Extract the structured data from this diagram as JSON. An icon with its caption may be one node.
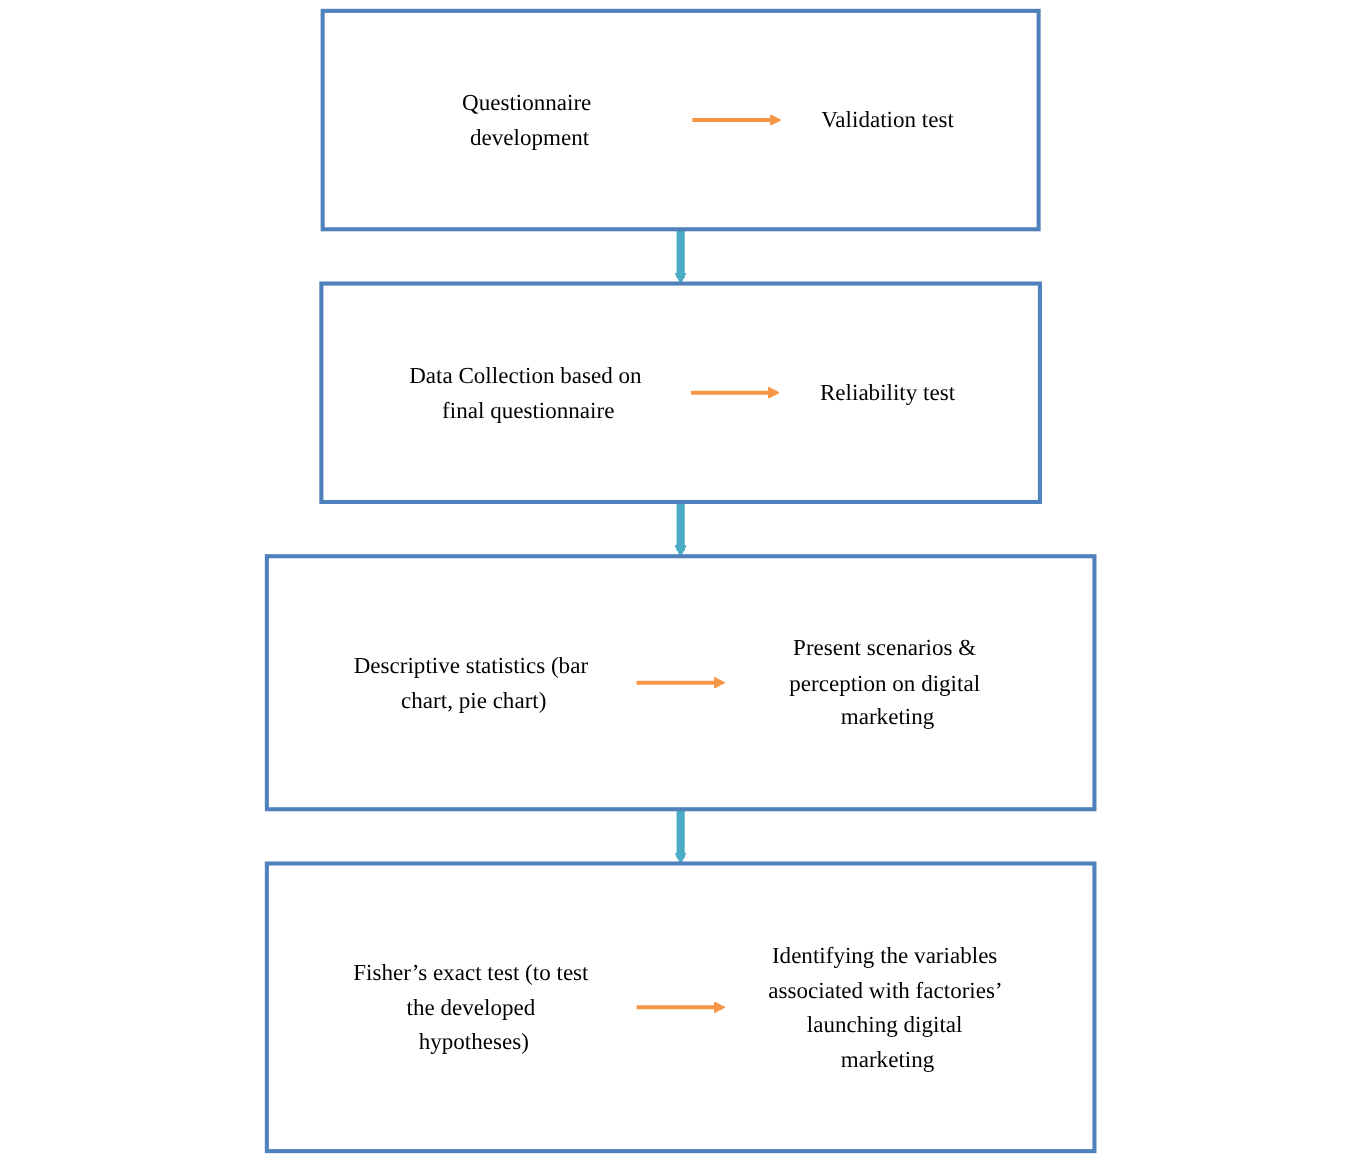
{
  "diagram": {
    "nodes": [
      {
        "text": [],
        "shape": "box"
      },
      {
        "text": [
          "Questionnaire development"
        ],
        "in": 0
      },
      {
        "text": [
          "Validation test"
        ],
        "in": 0
      },
      {
        "text": [],
        "shape": "box"
      },
      {
        "text": [
          "Data Collection based on final questionnaire"
        ],
        "in": 3
      },
      {
        "text": [
          "Reliability test"
        ],
        "in": 3
      },
      {
        "text": [],
        "shape": "box"
      },
      {
        "text": [
          "Descriptive statistics (bar chart, pie chart)"
        ],
        "in": 6
      },
      {
        "text": [
          "Present scenarios & perception on digital marketing"
        ],
        "in": 6
      },
      {
        "text": [],
        "shape": "box"
      },
      {
        "text": [
          "Fisher’s exact test (to test the developed hypotheses)"
        ],
        "in": 9
      },
      {
        "text": [
          "Identifying the variables associated with factories’ launching digital marketing"
        ],
        "in": 9
      }
    ],
    "edges": [
      {
        "from": 1,
        "to": 2,
        "arrow": "to"
      },
      {
        "from": 0,
        "to": 3,
        "arrow": "to",
        "style": "thick",
        "color": "#4bacc6"
      },
      {
        "from": 4,
        "to": 5,
        "arrow": "to"
      },
      {
        "from": 3,
        "to": 6,
        "arrow": "to",
        "style": "thick",
        "color": "#4bacc6"
      },
      {
        "from": 7,
        "to": 8,
        "arrow": "to"
      },
      {
        "from": 6,
        "to": 9,
        "arrow": "to",
        "style": "thick",
        "color": "#4bacc6"
      },
      {
        "from": 10,
        "to": 11,
        "arrow": "to"
      }
    ]
  }
}
